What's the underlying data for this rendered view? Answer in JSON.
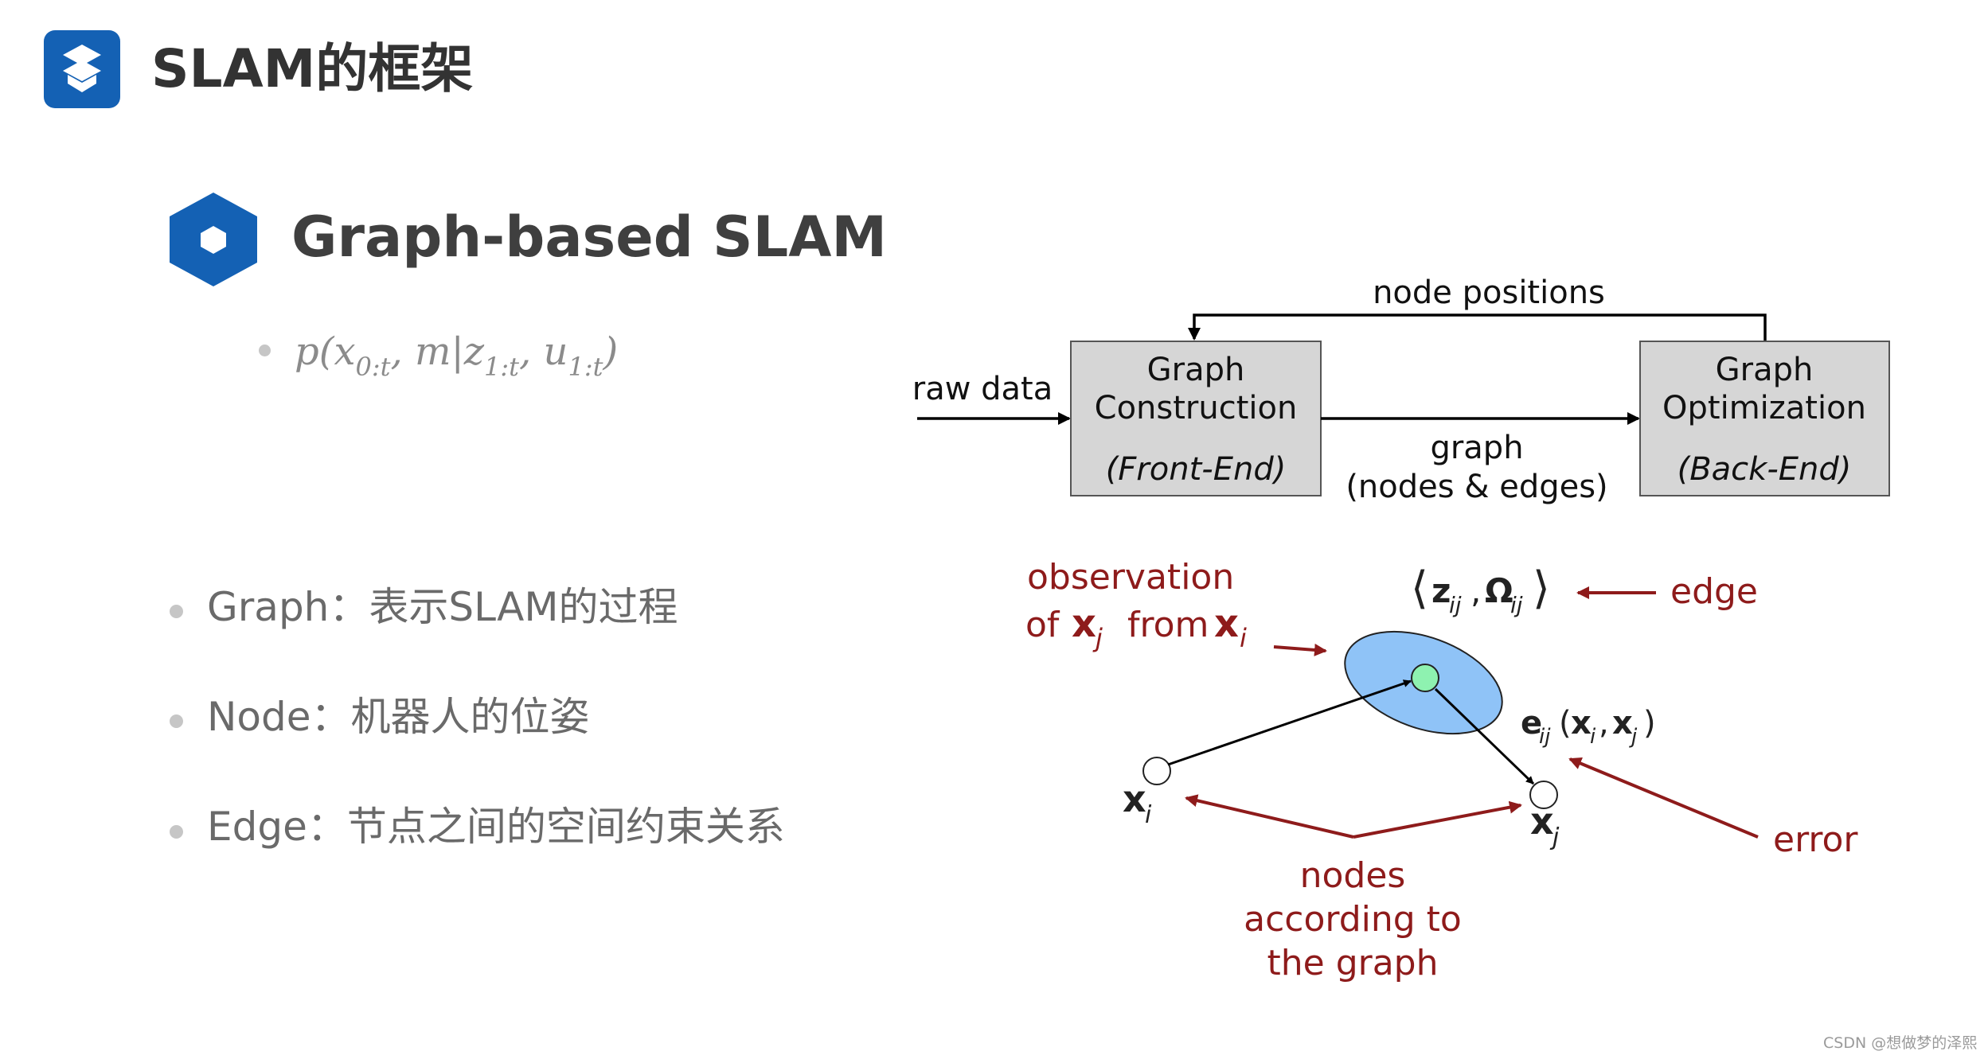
{
  "header": {
    "title": "SLAM的框架"
  },
  "section": {
    "title": "Graph-based SLAM"
  },
  "formula": {
    "p": "p(x",
    "sub1": "0:t",
    "m": ", m|z",
    "sub2": "1:t",
    "u": ", u",
    "sub3": "1:t",
    "close": ")"
  },
  "bullets": [
    {
      "text": "Graph：表示SLAM的过程"
    },
    {
      "text": "Node：机器人的位姿"
    },
    {
      "text": "Edge：节点之间的空间约束关系"
    }
  ],
  "flow_diagram": {
    "feedback_label": "node positions",
    "input_label": "raw data",
    "front_end": {
      "line1": "Graph",
      "line2": "Construction",
      "role": "(Front-End)"
    },
    "back_end": {
      "line1": "Graph",
      "line2": "Optimization",
      "role": "(Back-End)"
    },
    "edge_label_1": "graph",
    "edge_label_2": "(nodes & edges)"
  },
  "graph_diagram": {
    "observation_line1": "observation",
    "observation_line2_a": "of",
    "observation_line2_b": "from",
    "edge_formula": "⟨z_ij, Ω_ij⟩",
    "edge_label": "edge",
    "error_formula": "e_ij(x_i, x_j)",
    "error_label": "error",
    "node_i": "x_i",
    "node_j": "x_j",
    "nodes_line1": "nodes",
    "nodes_line2": "according to",
    "nodes_line3": "the graph",
    "colors": {
      "annotation": "#8e1b1b",
      "ellipse": "#8fc3f7",
      "node_center": "#8ef2b0"
    }
  },
  "watermark": "CSDN @想做梦的泽熙"
}
